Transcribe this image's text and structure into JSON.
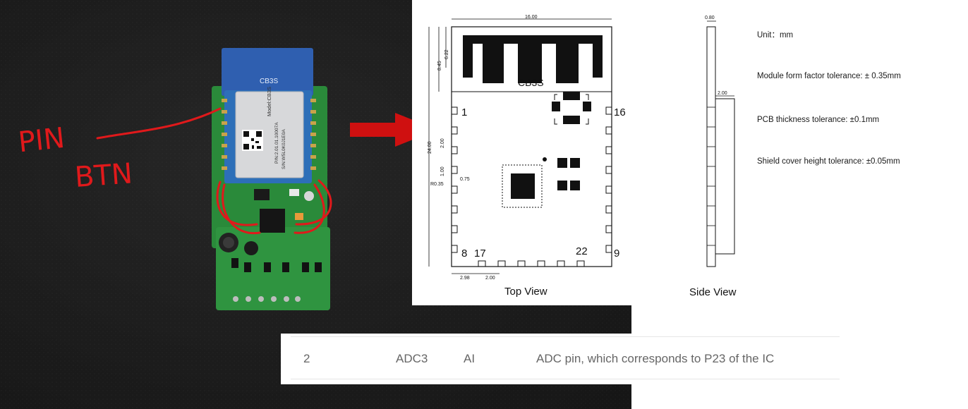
{
  "photo": {
    "module_silk": "CB3S",
    "shield_lines": [
      "Model:CB3S",
      "P/N:2.01.01.10007A",
      "S/N:W5L0K0J1E0A"
    ],
    "annotation_pin": "PIN",
    "annotation_btn": "BTN",
    "colors": {
      "annotation": "#e0191b",
      "pcb": "#2a8a3a",
      "antenna": "#2f5fb0",
      "arrow": "#cf1010"
    }
  },
  "drawing": {
    "dim_width": "16.00",
    "dim_height": "24.00",
    "dim_antenna": "6.22",
    "dim_top": "8.45",
    "dim_pitch": "2.00",
    "dim_pad": "1.00",
    "dim_pad_gap": "0.75",
    "dim_radius": "R0.35",
    "dim_bottom_offset": "2.98",
    "dim_bottom_pitch": "2.00",
    "module_label": "CB3S",
    "pin_1": "1",
    "pin_16": "16",
    "pin_8": "8",
    "pin_9": "9",
    "pin_17": "17",
    "pin_22": "22",
    "view_label": "Top View"
  },
  "side": {
    "dim_thickness": "0.80",
    "dim_shield": "2.00",
    "view_label": "Side View",
    "notes": {
      "unit": "Unit：mm",
      "form_factor": "Module form factor tolerance: ± 0.35mm",
      "pcb_thickness": "PCB thickness tolerance: ±0.1mm",
      "shield_height": "Shield cover height tolerance: ±0.05mm"
    }
  },
  "pin_table": {
    "row": {
      "no": "2",
      "symbol": "ADC3",
      "io_type": "AI",
      "function": "ADC pin, which corresponds to P23 of the IC"
    }
  }
}
